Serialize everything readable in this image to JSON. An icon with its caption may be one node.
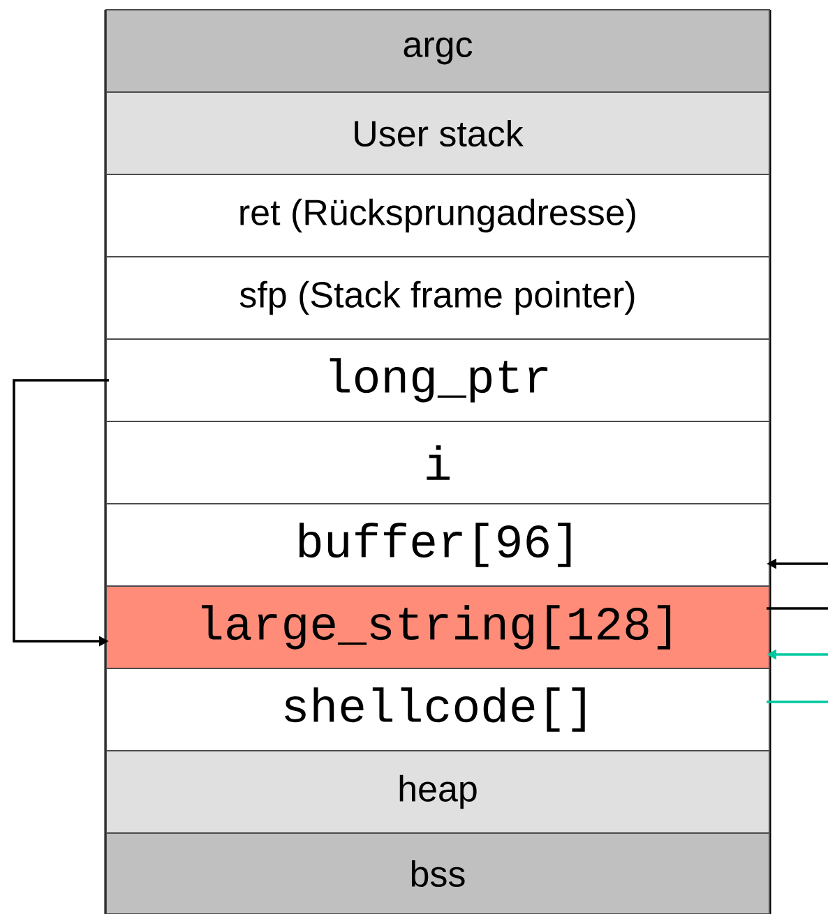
{
  "diagram": {
    "nodes": [
      {
        "text": [
          "argc"
        ]
      },
      {
        "text": [
          "User stack"
        ]
      },
      {
        "text": [
          "ret (Rücksprungadresse)"
        ]
      },
      {
        "text": [
          "sfp (Stack frame pointer)"
        ]
      },
      {
        "text": [
          "long_ptr"
        ]
      },
      {
        "text": [
          "i"
        ]
      },
      {
        "text": [
          "buffer[96]"
        ]
      },
      {
        "text": [
          "large_string[128]"
        ]
      },
      {
        "text": [
          "shellcode[]"
        ]
      },
      {
        "text": [
          "heap"
        ]
      },
      {
        "text": [
          "bss"
        ]
      }
    ],
    "edges": [
      {
        "from": 4,
        "to": 7,
        "arrow": "to"
      },
      {
        "from": null,
        "to": 6,
        "arrow": "to"
      },
      {
        "from": null,
        "to": 7,
        "arrow": "none"
      },
      {
        "from": null,
        "to": 7,
        "arrow": "to",
        "color": "#00c8a0"
      },
      {
        "from": null,
        "to": 8,
        "arrow": "none",
        "color": "#00c8a0"
      }
    ]
  }
}
